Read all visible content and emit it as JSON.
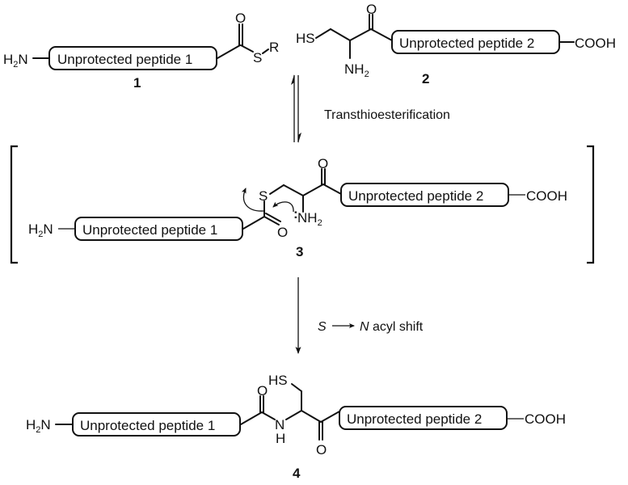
{
  "scheme": {
    "title": "Native chemical ligation",
    "compound1": {
      "label": "1",
      "n_terminus_H": "H",
      "n_terminus_sub": "2",
      "n_terminus_N": "N",
      "peptide": "Unprotected peptide 1",
      "carbonyl_O": "O",
      "thioester_S": "S",
      "thioester_R": "R"
    },
    "compound2": {
      "label": "2",
      "thiol": "HS",
      "amine_NH": "NH",
      "amine_sub": "2",
      "carbonyl_O": "O",
      "peptide": "Unprotected peptide 2",
      "c_terminus": "COOH"
    },
    "step1": {
      "arrow": "equilibrium",
      "condition": "Transthioesterification"
    },
    "intermediate3": {
      "label": "3",
      "n_terminus_H": "H",
      "n_terminus_sub": "2",
      "n_terminus_N": "N",
      "peptide1": "Unprotected peptide 1",
      "thioester_S": "S",
      "thioester_O": "O",
      "amine_NH": "NH",
      "amine_sub": "2",
      "lone_pair": ":",
      "carbonyl_O": "O",
      "peptide2": "Unprotected peptide 2",
      "c_terminus": "COOH"
    },
    "step2": {
      "arrow": "forward",
      "condition_S": "S",
      "condition_N": "N",
      "condition_rest": " acyl shift"
    },
    "product4": {
      "label": "4",
      "n_terminus_H": "H",
      "n_terminus_sub": "2",
      "n_terminus_N": "N",
      "peptide1": "Unprotected peptide 1",
      "amide_O": "O",
      "amide_N": "N",
      "amide_H": "H",
      "thiol": "HS",
      "carbonyl_O": "O",
      "peptide2": "Unprotected peptide 2",
      "c_terminus": "COOH"
    }
  }
}
